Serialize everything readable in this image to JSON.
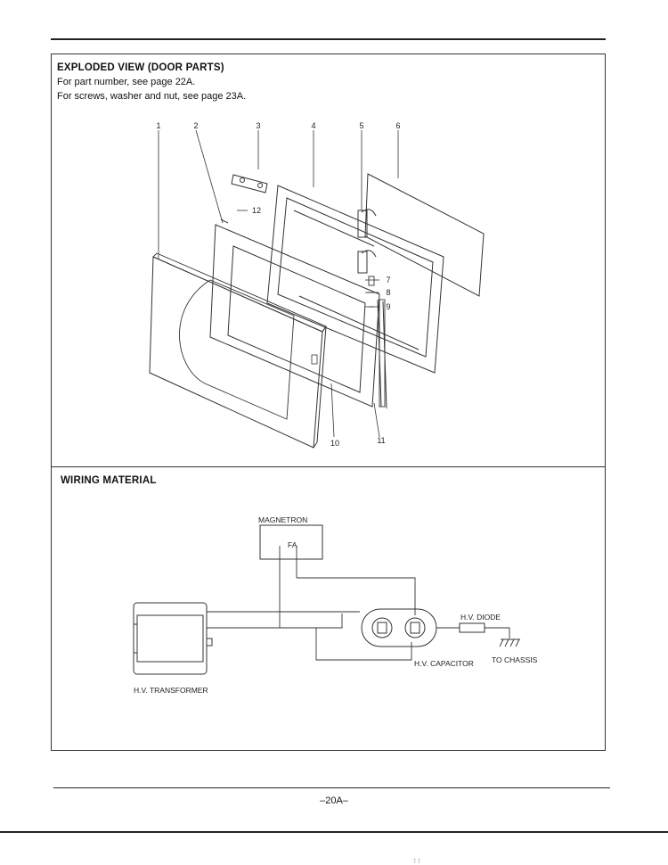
{
  "sections": {
    "exploded_view": {
      "title": "EXPLODED VIEW (DOOR PARTS)",
      "notes": [
        "For part number, see page 22A.",
        "For screws, washer and nut, see page 23A."
      ],
      "callouts": [
        "1",
        "2",
        "3",
        "4",
        "5",
        "6",
        "7",
        "8",
        "9",
        "10",
        "11",
        "12"
      ]
    },
    "wiring": {
      "title": "WIRING MATERIAL",
      "labels": {
        "magnetron": "MAGNETRON",
        "fa": "FA",
        "hv_diode": "H.V. DIODE",
        "hv_capacitor": "H.V. CAPACITOR",
        "to_chassis": "TO CHASSIS",
        "hv_transformer": "H.V. TRANSFORMER"
      }
    }
  },
  "footer": {
    "page_number": "–20A–",
    "mark": "‡ ‡"
  }
}
